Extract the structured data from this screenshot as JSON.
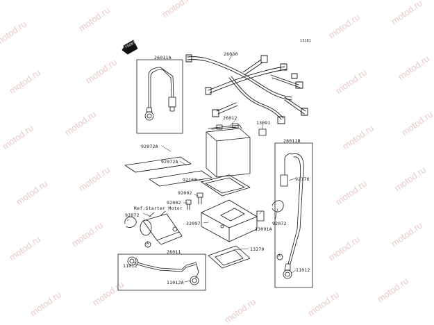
{
  "diagram_code": "13181",
  "watermark": "motod.ru",
  "front_label": "FRONT",
  "parts": {
    "p26011A": "26011A",
    "p26030": "26030",
    "p26012": "26012",
    "p13091": "13091",
    "p26011B": "26011B",
    "p92072_strip_top": "92072A",
    "p92072_strip_bot": "92072A",
    "p92160": "92160",
    "p92002a": "92002",
    "p92002b": "92002",
    "ref_starter": "Ref.Starter Motor",
    "p92072_left": "92072",
    "p32097": "32097",
    "p13091A": "13091A",
    "p92072_right": "92072",
    "p92176": "92176",
    "p26011": "26011",
    "p13270": "13270",
    "p11012_left": "11012",
    "p11012_right": "11012",
    "p11012A": "11012A"
  },
  "markers": {
    "a_left": "A",
    "a_right": "A"
  }
}
